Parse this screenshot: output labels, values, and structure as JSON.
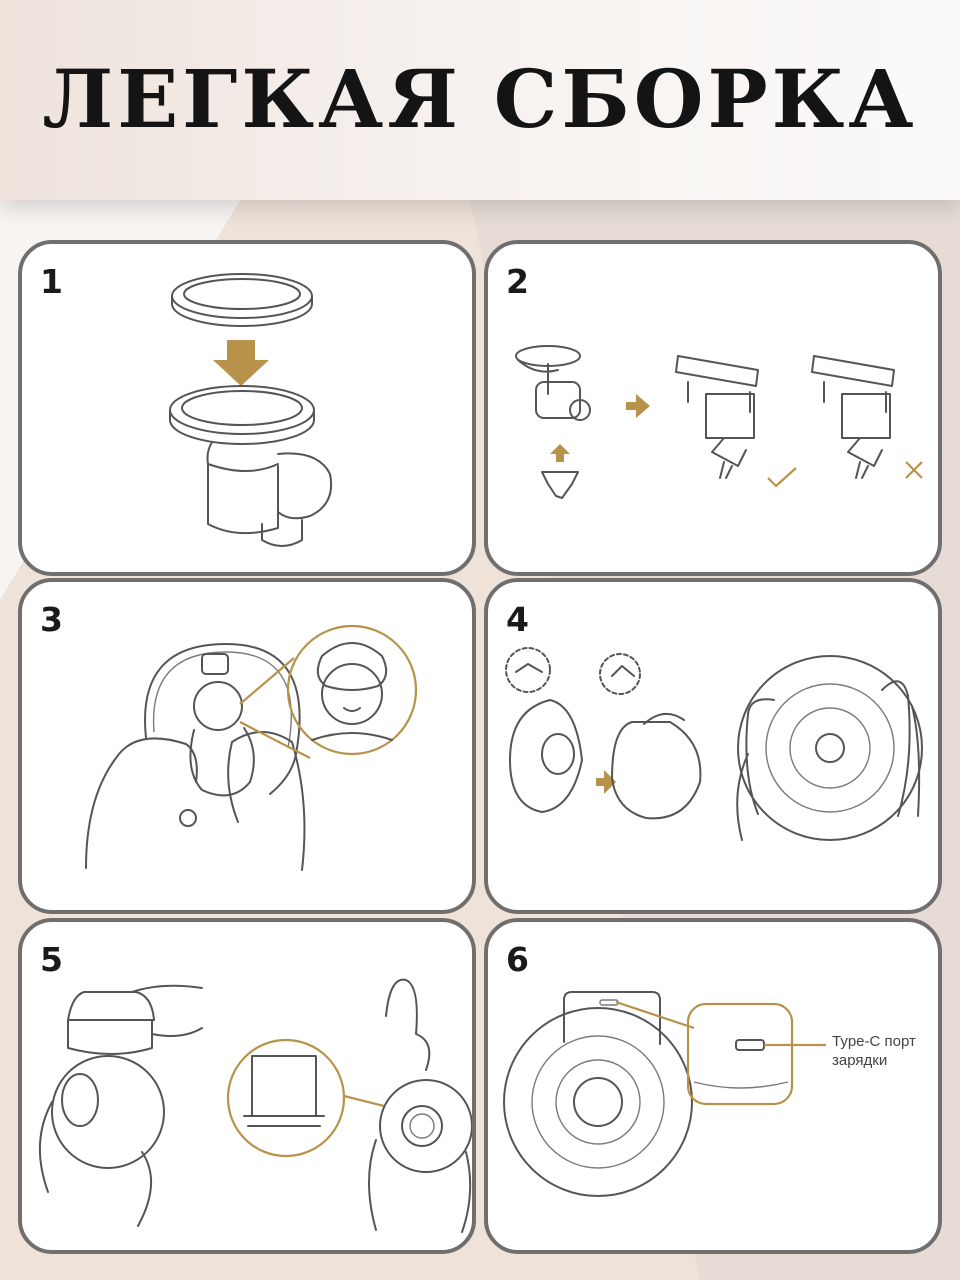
{
  "title": "ЛЕГКАЯ СБОРКА",
  "colors": {
    "accent": "#b8924a",
    "border": "#6f6f6f",
    "header_bg": "#efe3dc"
  },
  "steps": [
    {
      "number": "1"
    },
    {
      "number": "2"
    },
    {
      "number": "3"
    },
    {
      "number": "4"
    },
    {
      "number": "5"
    },
    {
      "number": "6",
      "callout_line1": "Type-C порт",
      "callout_line2": "зарядки"
    }
  ]
}
